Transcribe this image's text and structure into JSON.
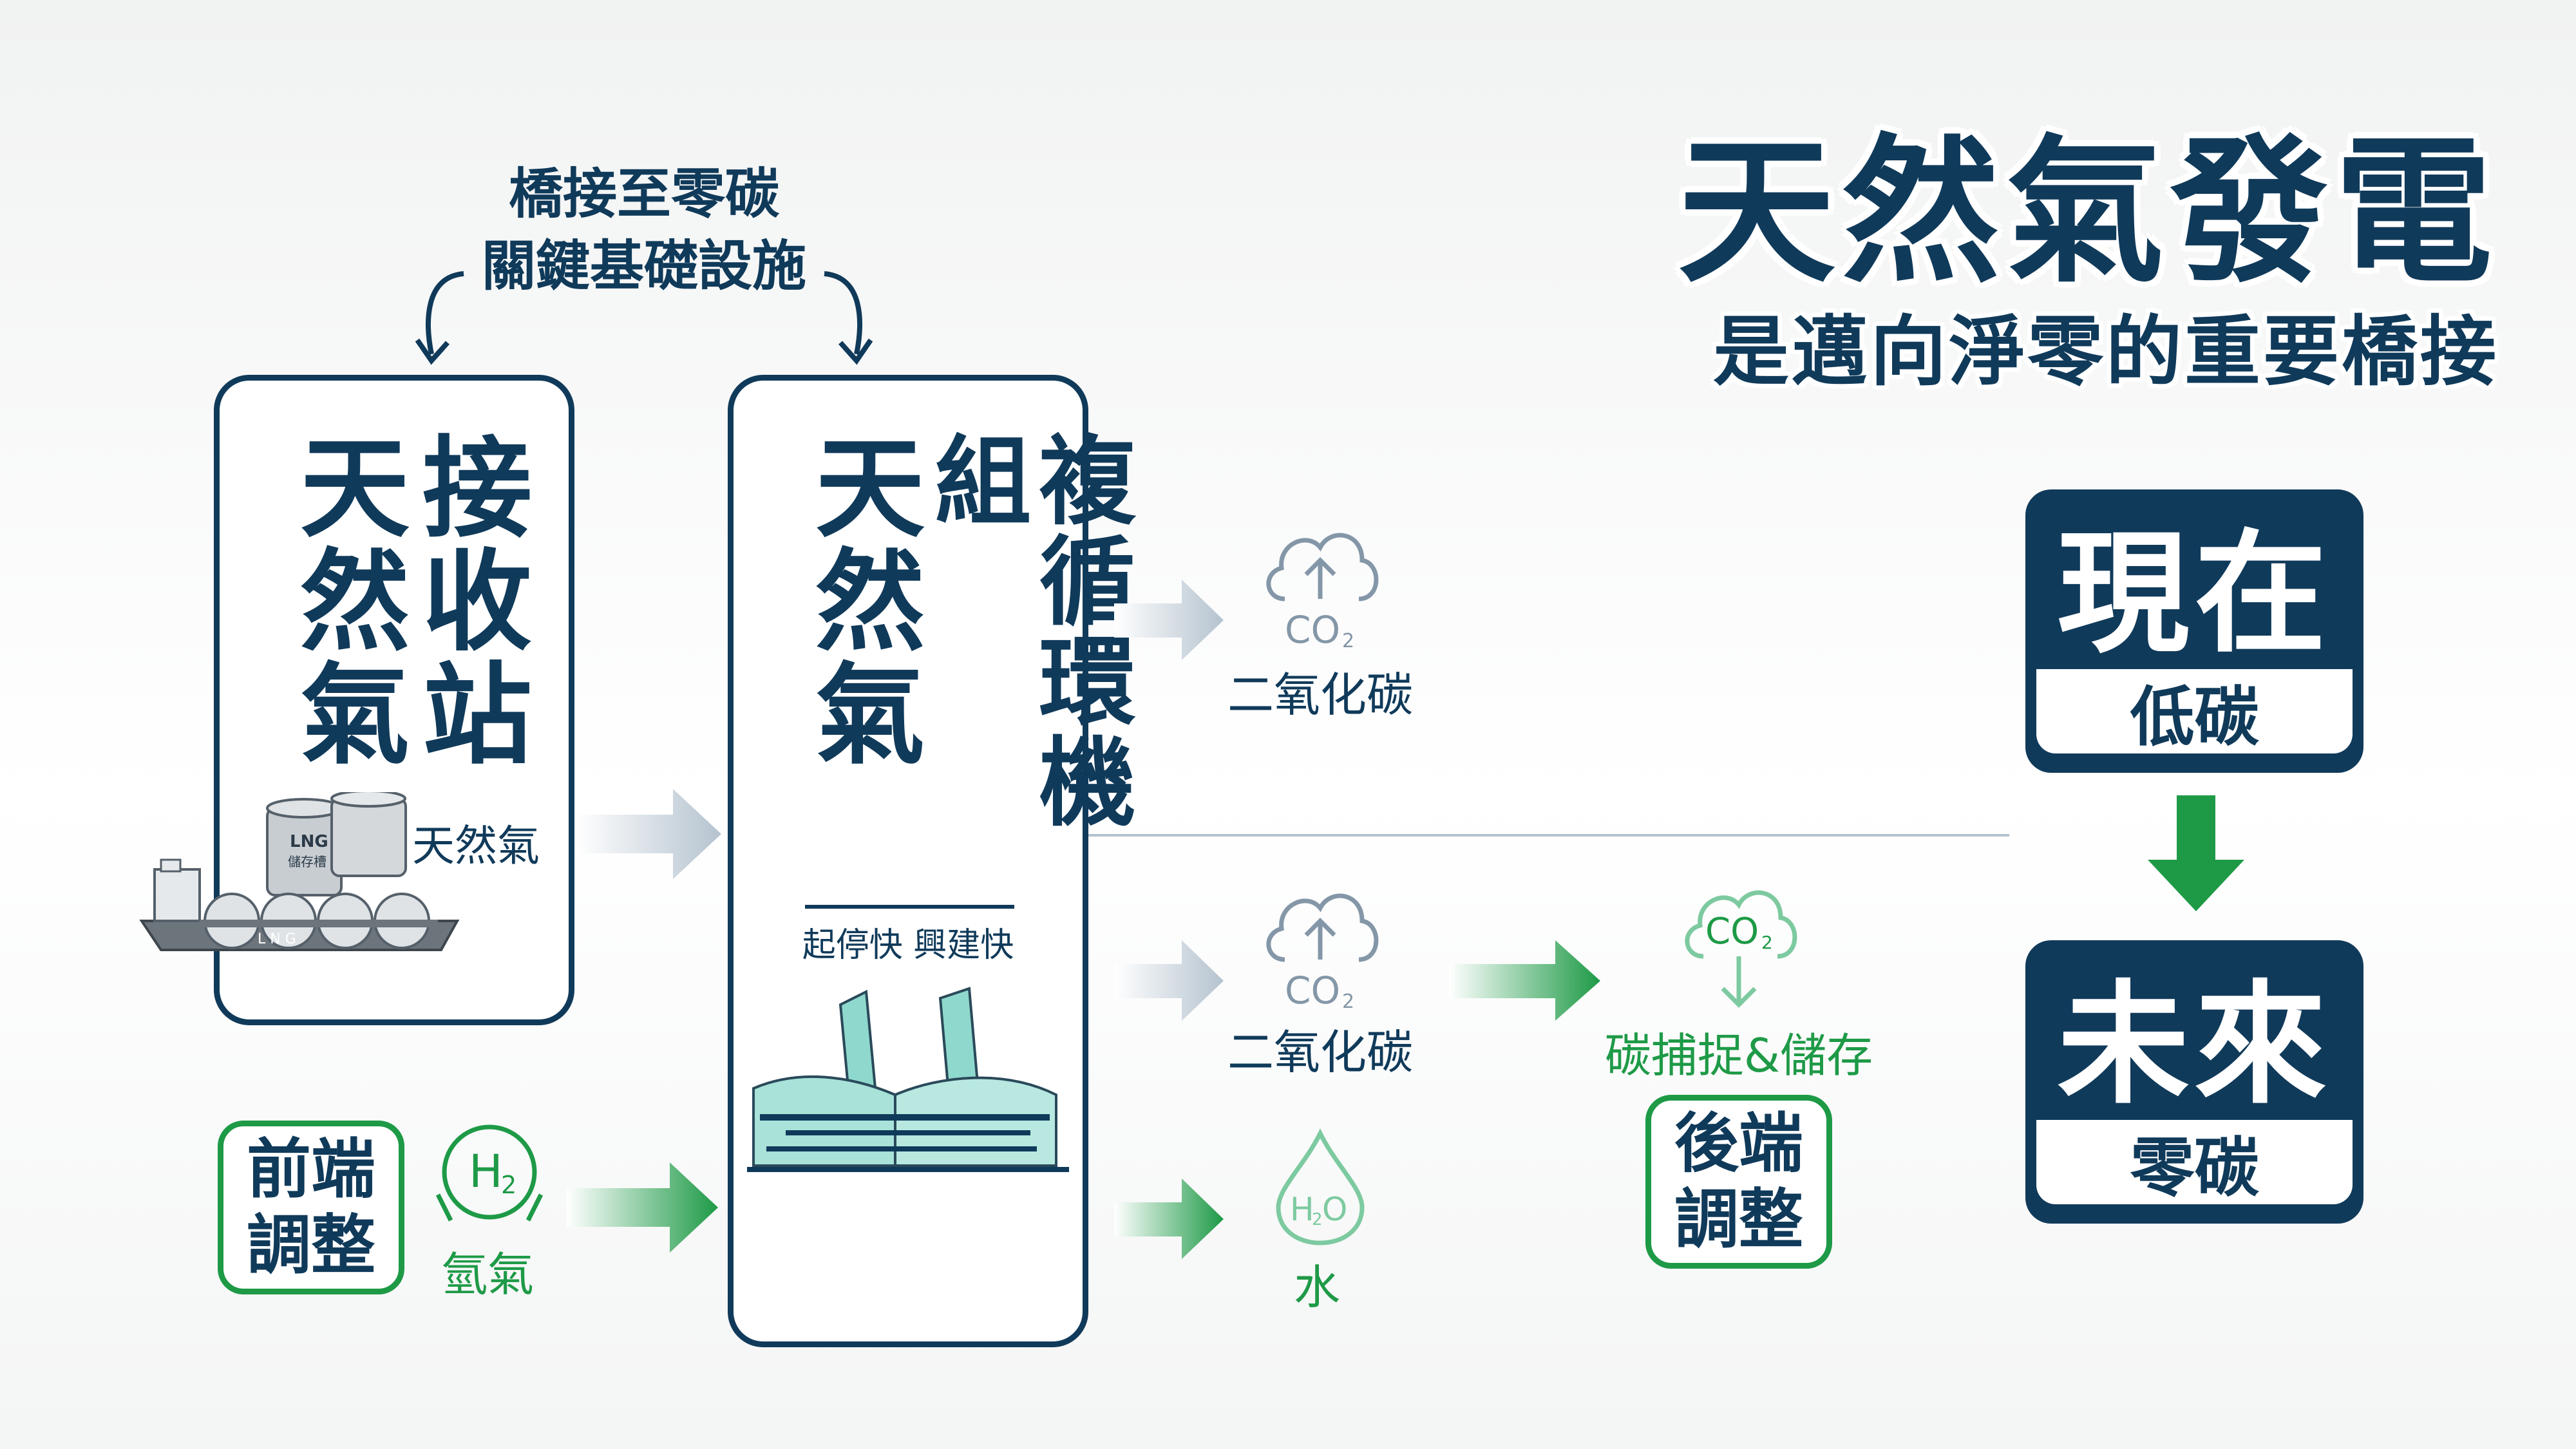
{
  "title": {
    "main": "天然氣發電",
    "sub": "是邁向淨零的重要橋接"
  },
  "bridge": {
    "line1": "橋接至零碳",
    "line2": "關鍵基礎設施"
  },
  "lng_box": {
    "col_right": "接收站",
    "col_left": "天然氣",
    "tank_label": "LNG",
    "tank_sub": "儲存槽",
    "ship_label": "L N G",
    "flow_label": "天然氣"
  },
  "ccgt_box": {
    "col_right": "複循環機組",
    "col_left": "天然氣",
    "features": "起停快  興建快"
  },
  "frontend": {
    "label_line1": "前端",
    "label_line2": "調整",
    "h2_symbol": "H",
    "h2_sub": "2",
    "h2_label": "氫氣"
  },
  "outputs": {
    "co2_top": {
      "symbol": "CO",
      "sub": "2",
      "label": "二氧化碳"
    },
    "co2_mid": {
      "symbol": "CO",
      "sub": "2",
      "label": "二氧化碳"
    },
    "water": {
      "symbol_h": "H",
      "symbol_sub": "2",
      "symbol_o": "O",
      "label": "水"
    },
    "ccs": {
      "symbol": "CO",
      "sub": "2",
      "label": "碳捕捉&儲存"
    }
  },
  "backend": {
    "label_line1": "後端",
    "label_line2": "調整"
  },
  "status": {
    "now": {
      "title": "現在",
      "sub": "低碳"
    },
    "future": {
      "title": "未來",
      "sub": "零碳"
    }
  },
  "colors": {
    "navy": "#103a5a",
    "green": "#1e9a47",
    "grey_arrow": "#b5c3cf",
    "teal": "#7fd0c5"
  }
}
